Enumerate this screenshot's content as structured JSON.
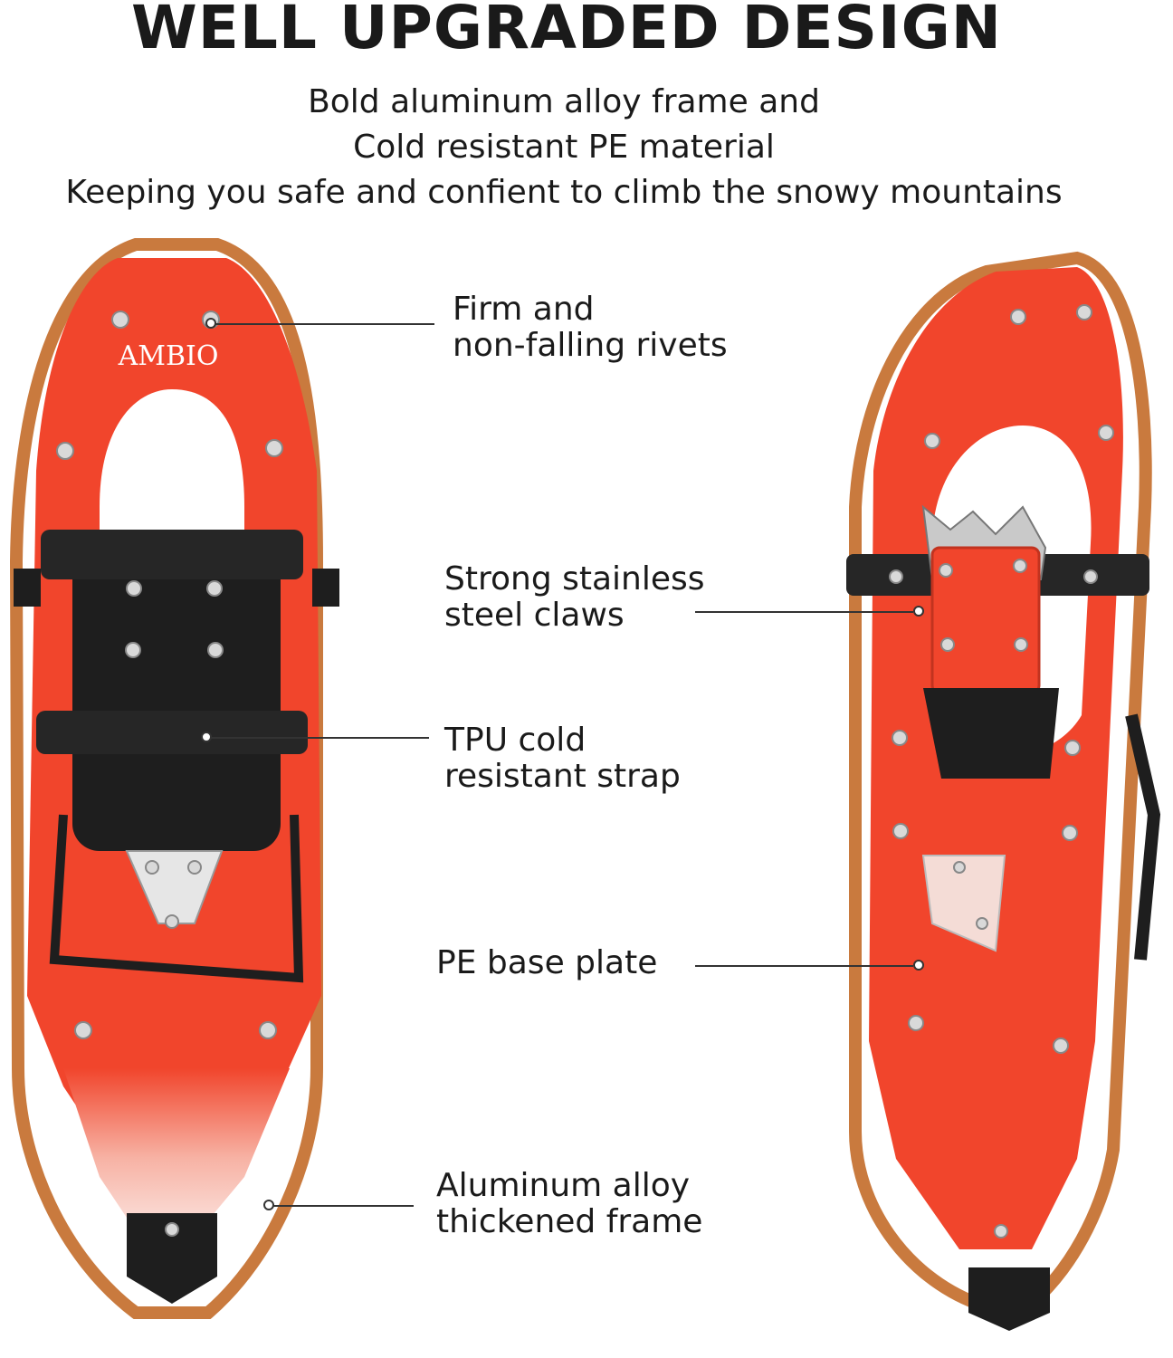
{
  "title": "WELL UPGRADED DESIGN",
  "subtitle": [
    "Bold aluminum alloy frame and",
    "Cold resistant PE material",
    "Keeping you safe and confient to climb the snowy mountains"
  ],
  "brand_logo": "AMBIO",
  "callouts": {
    "rivets": [
      "Firm and",
      "non-falling rivets"
    ],
    "claws": [
      "Strong stainless",
      "steel claws"
    ],
    "strap": [
      "TPU cold",
      "resistant strap"
    ],
    "base": [
      "PE base plate"
    ],
    "frame": [
      "Aluminum alloy",
      "thickened frame"
    ]
  },
  "colors": {
    "deck": "#f1452c",
    "frame": "#c97a3e",
    "binding": "#1e1e1e",
    "background": "#ffffff"
  }
}
